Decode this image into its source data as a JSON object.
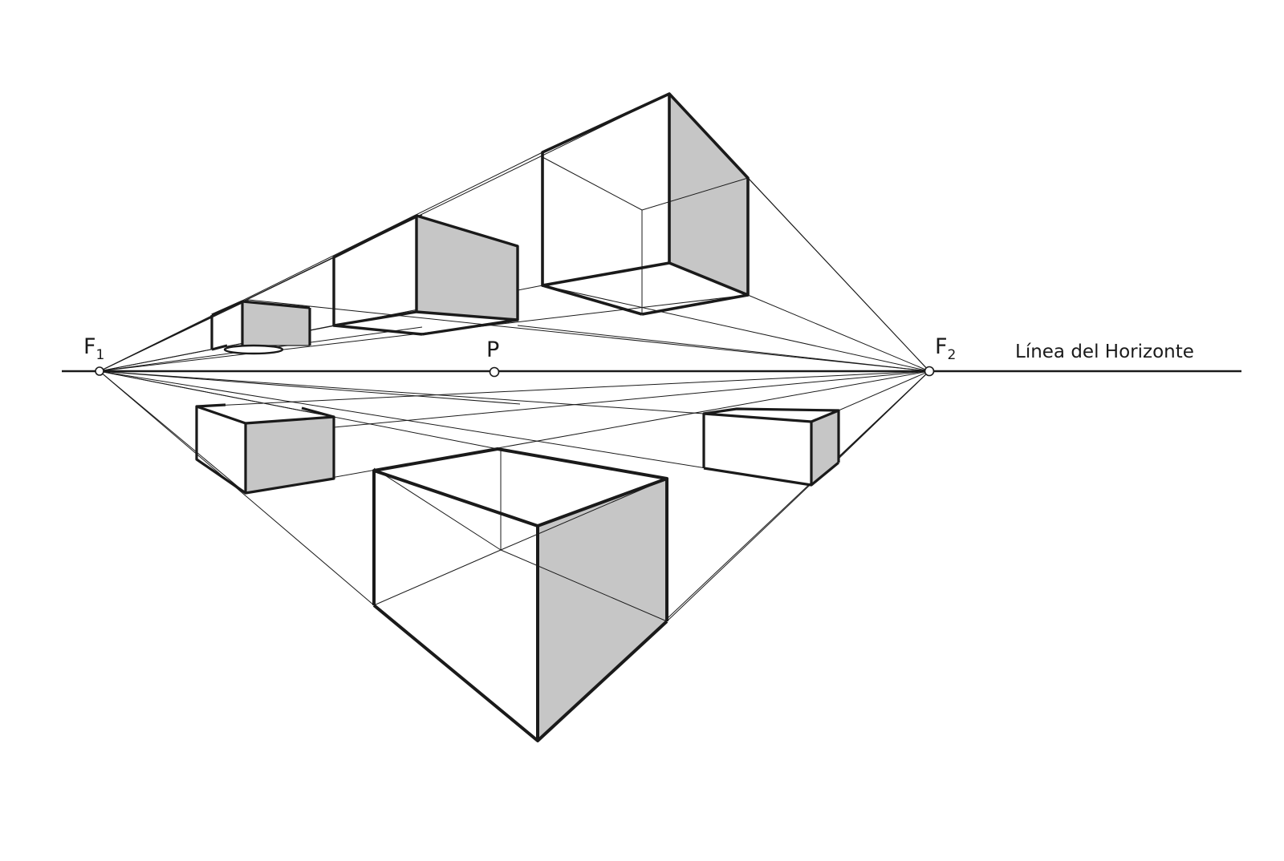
{
  "labels": {
    "f1_letter": "F",
    "f1_subscript": "1",
    "f2_letter": "F",
    "f2_subscript": "2",
    "p": "P",
    "horizon": "Línea del Horizonte"
  },
  "colors": {
    "ink": "#1a1a1a",
    "shade": "#c6c6c6",
    "background": "#ffffff"
  }
}
